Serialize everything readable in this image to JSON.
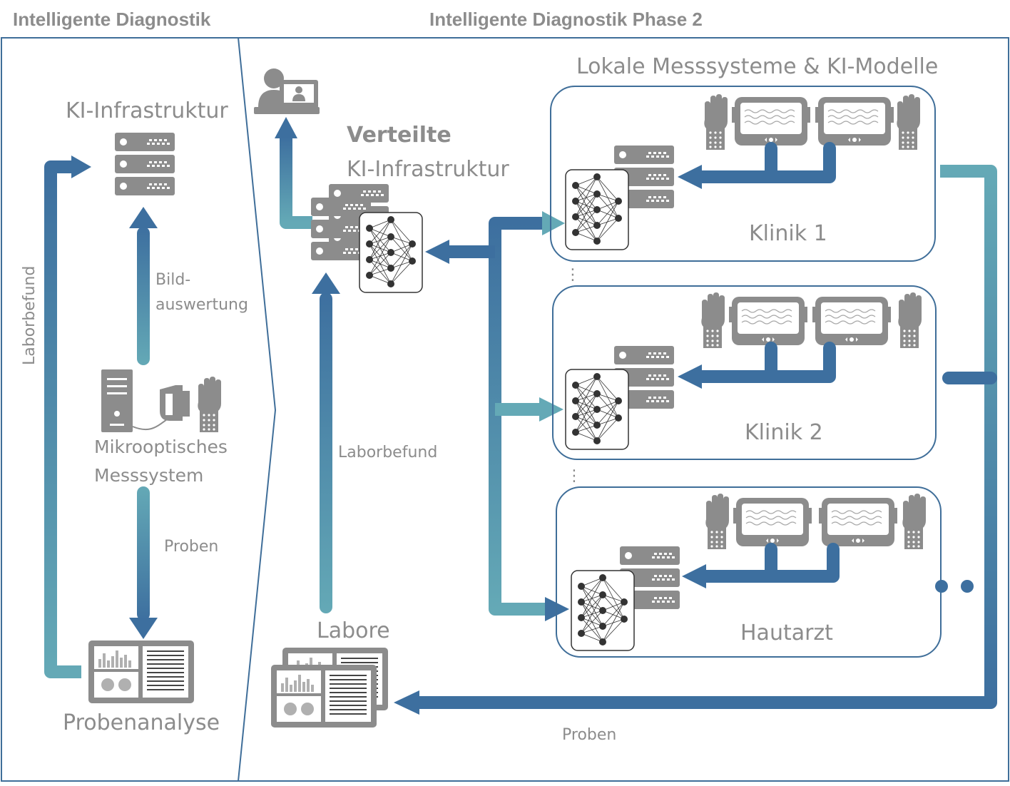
{
  "headers": {
    "left": "Intelligente Diagnostik",
    "right": "Intelligente Diagnostik Phase 2"
  },
  "left_panel": {
    "ki_infrastruktur": "KI-Infrastruktur",
    "bild_line1": "Bild-",
    "bild_line2": "auswertung",
    "laborbefund": "Laborbefund",
    "messsystem_line1": "Mikrooptisches",
    "messsystem_line2": "Messsystem",
    "proben": "Proben",
    "probenanalyse": "Probenanalyse"
  },
  "right_panel": {
    "verteilte": "Verteilte",
    "ki_infrastruktur": "KI-Infrastruktur",
    "lokale_title": "Lokale Messsysteme & KI-Modelle",
    "laborbefund": "Laborbefund",
    "labore": "Labore",
    "proben": "Proben",
    "sites": [
      {
        "label": "Klinik 1"
      },
      {
        "label": "Klinik 2"
      },
      {
        "label": "Hautarzt"
      }
    ]
  },
  "colors": {
    "frame": "#3f6e99",
    "arrow_dark": "#3d6f9f",
    "arrow_light": "#64a9b6",
    "icon_gray": "#8c8c8c",
    "text_gray": "#8c8c8c"
  },
  "icons": [
    "server-rack-icon",
    "neural-network-icon",
    "monitor-icon",
    "glove-icon",
    "user-at-computer-icon",
    "tower-pc-icon",
    "dermatoscope-icon",
    "dashboard-icon"
  ]
}
